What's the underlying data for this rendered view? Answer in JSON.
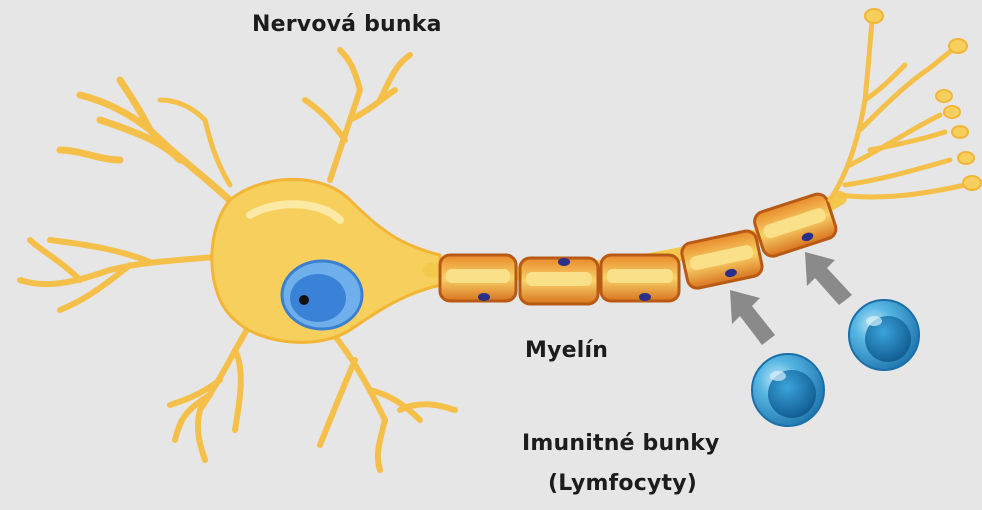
{
  "labels": {
    "nerve_cell": "Nervová bunka",
    "myelin": "Myelín",
    "immune_cells": "Imunitné bunky",
    "lymphocytes": "(Lymfocyty)"
  },
  "colors": {
    "background": "#e6e6e7",
    "neuron_fill": "#f7cf5c",
    "neuron_light": "#fbe58c",
    "neuron_outline": "#f2b535",
    "myelin_outer": "#d9731f",
    "myelin_inner": "#f5c94a",
    "nucleus_outer": "#4a8fe0",
    "nucleus_inner": "#3a7bd5",
    "lymphocyte": "#2a8fc7",
    "arrow": "#8a8a8a"
  },
  "icons": [
    "neuron-illustration",
    "myelin-sheath",
    "lymphocyte-cell",
    "arrow-up-left"
  ]
}
